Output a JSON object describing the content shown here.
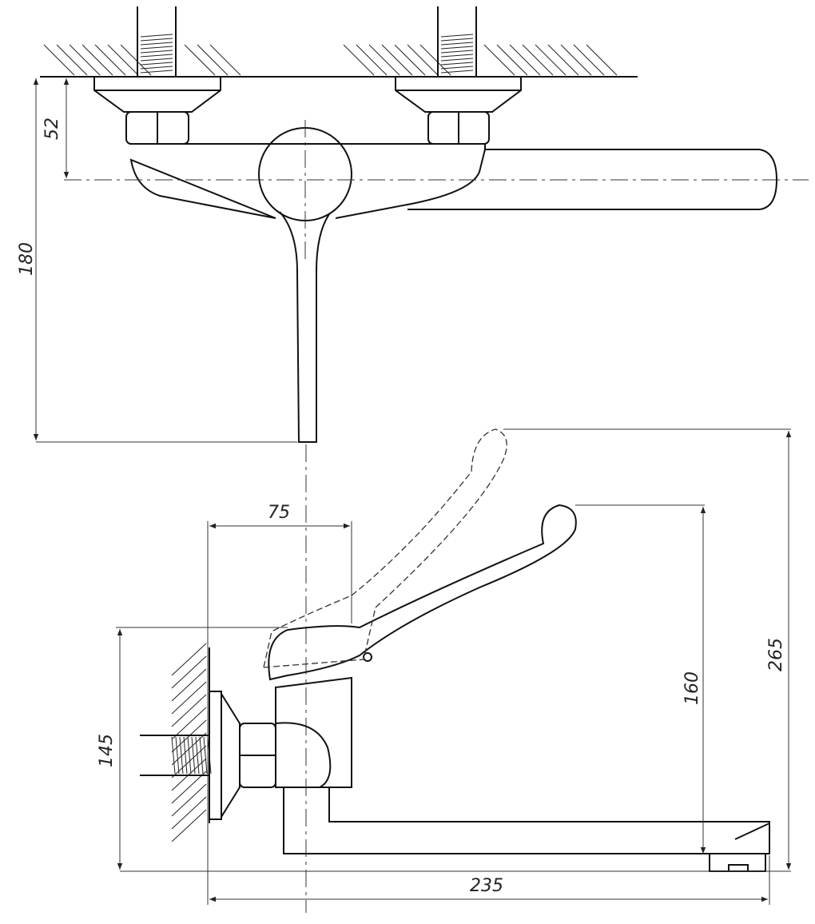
{
  "drawing": {
    "dimensions": {
      "outlet_offset": "52",
      "lever_drop": "180",
      "wall_to_axis": "75",
      "outlet_height": "145",
      "handle_height": "160",
      "handle_raised_height": "265",
      "spout_reach": "235"
    }
  }
}
